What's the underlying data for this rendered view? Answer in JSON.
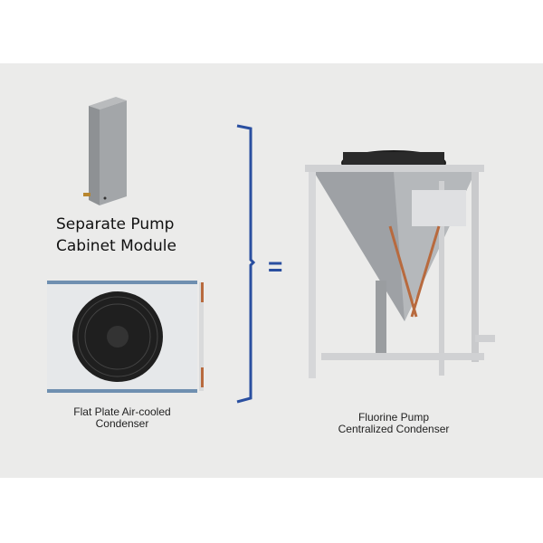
{
  "labels": {
    "pump_cabinet_line1": "Separate Pump",
    "pump_cabinet_line2": "Cabinet Module",
    "flat_plate_line1": "Flat Plate Air-cooled",
    "flat_plate_line2": "Condenser",
    "result_line1": "Fluorine Pump",
    "result_line2": "Centralized Condenser",
    "equals": "="
  },
  "colors": {
    "bracket": "#2a4fa0",
    "background": "#ebebea"
  }
}
